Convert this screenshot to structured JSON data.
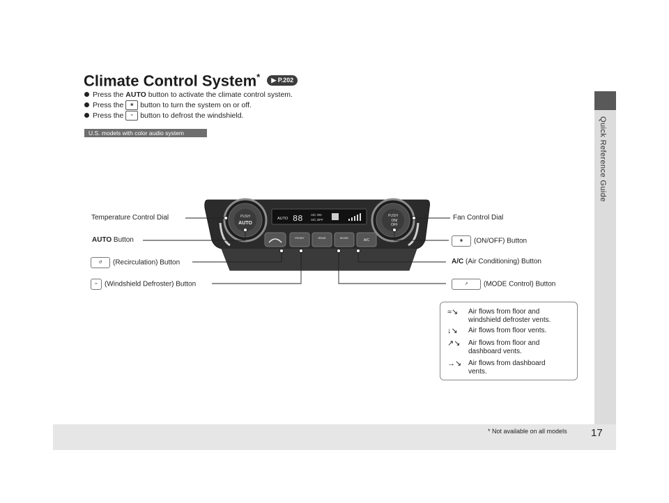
{
  "title": "Climate Control System",
  "title_asterisk": "*",
  "title_ref": "P.202",
  "bullets": [
    {
      "pre": "Press the ",
      "key": "AUTO",
      "post": " button to activate the climate control system."
    },
    {
      "pre": "Press the ",
      "key": "",
      "post": " button to turn the system on or off."
    },
    {
      "pre": "Press the ",
      "key": "",
      "post": " button to defrost the windshield."
    }
  ],
  "badge": "U.S. models with color audio system",
  "side_tab": "Quick Reference Guide",
  "page_number": "17",
  "footnote": "* Not available on all models",
  "panel": {
    "left_dial_top": "PUSH",
    "left_dial_main": "AUTO",
    "right_dial_top": "PUSH",
    "right_dial_on": "ON/",
    "right_dial_off": "OFF",
    "display_auto": "AUTO",
    "display_temp": "88",
    "display_ac_on": "A/C ON",
    "display_ac_off": "A/C OFF",
    "btn_front": "FRONT",
    "btn_rear": "REAR",
    "btn_mode": "MODE",
    "btn_ac": "A/C"
  },
  "labels": {
    "temperature_dial": "Temperature Control Dial",
    "auto_key": "AUTO",
    "auto_rest": " Button",
    "recirculation": "(Recirculation) Button",
    "windshield": "(Windshield Defroster) Button",
    "fan_dial": "Fan Control Dial",
    "onoff": "(ON/OFF) Button",
    "ac_key": "A/C",
    "ac_rest": " (Air Conditioning) Button",
    "mode": "(MODE Control) Button"
  },
  "legend": [
    "Air flows from floor and windshield defroster vents.",
    "Air flows from floor vents.",
    "Air flows from floor and dashboard vents.",
    "Air flows from dashboard vents."
  ],
  "legend_icons": [
    "floor-defrost-icon",
    "floor-icon",
    "floor-dashboard-icon",
    "dashboard-icon"
  ]
}
